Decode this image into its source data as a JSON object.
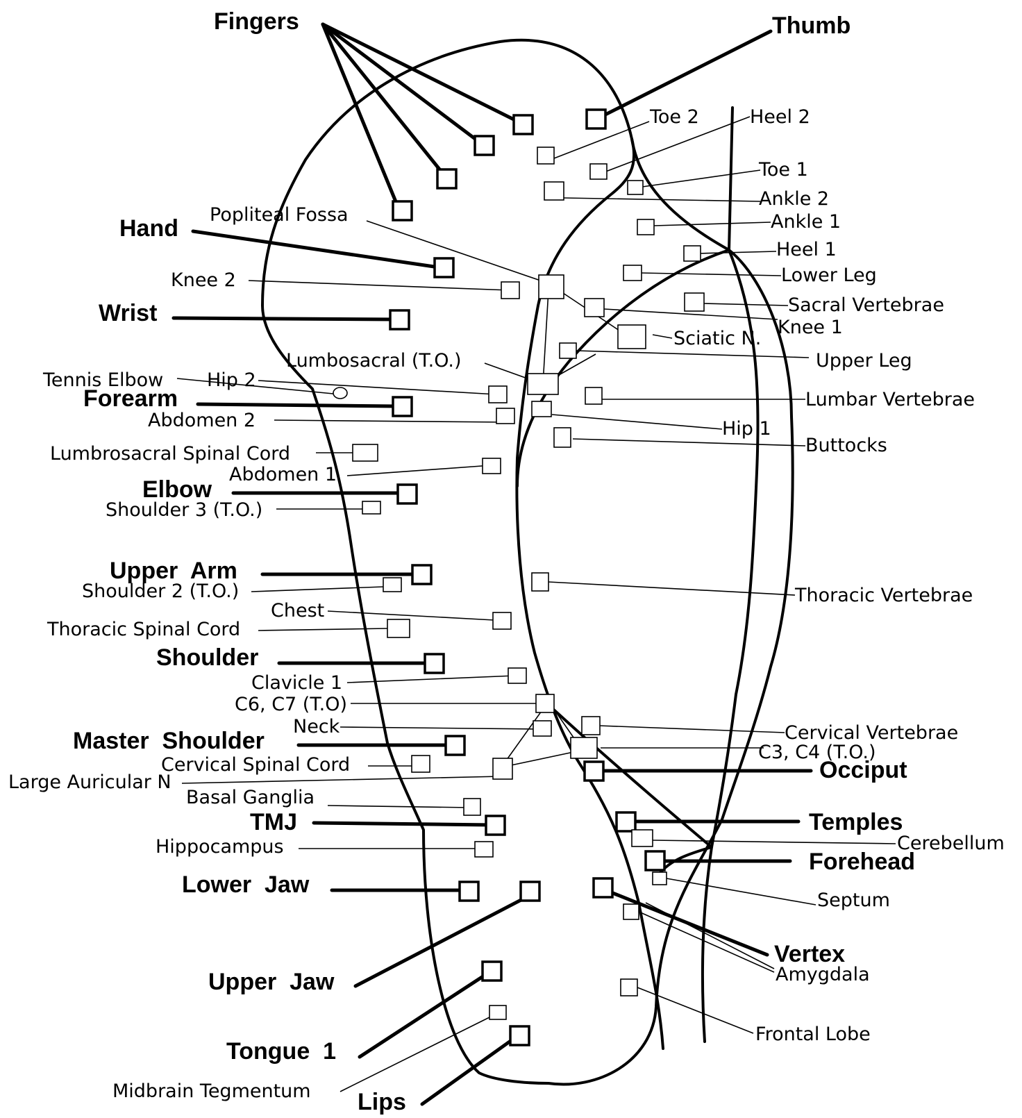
{
  "labels": {
    "fingers": "Fingers",
    "thumb": "Thumb",
    "toe2": "Toe 2",
    "heel2": "Heel 2",
    "toe1": "Toe 1",
    "ankle2": "Ankle 2",
    "ankle1": "Ankle 1",
    "heel1": "Heel 1",
    "lower_leg": "Lower Leg",
    "sacral_vertebrae": "Sacral Vertebrae",
    "knee1": "Knee 1",
    "sciatic_n": "Sciatic N.",
    "upper_leg": "Upper Leg",
    "lumbar_vertebrae": "Lumbar Vertebrae",
    "hip1": "Hip 1",
    "buttocks": "Buttocks",
    "thoracic_vertebrae": "Thoracic Vertebrae",
    "cervical_vertebrae": "Cervical Vertebrae",
    "c3c4": "C3, C4 (T.O.)",
    "occiput": "Occiput",
    "temples": "Temples",
    "cerebellum": "Cerebellum",
    "forehead": "Forehead",
    "septum": "Septum",
    "vertex": "Vertex",
    "amygdala": "Amygdala",
    "frontal_lobe": "Frontal Lobe",
    "hand": "Hand",
    "popliteal_fossa": "Popliteal Fossa",
    "knee2": "Knee 2",
    "wrist": "Wrist",
    "lumbosacral_to": "Lumbosacral (T.O.)",
    "tennis_elbow": "Tennis Elbow",
    "hip2": "Hip 2",
    "forearm": "Forearm",
    "abdomen2": "Abdomen 2",
    "lumbrosacral_spinal_cord": "Lumbrosacral Spinal Cord",
    "abdomen1": "Abdomen 1",
    "elbow": "Elbow",
    "shoulder3": "Shoulder 3 (T.O.)",
    "upper_arm": "Upper  Arm",
    "shoulder2": "Shoulder 2 (T.O.)",
    "chest": "Chest",
    "thoracic_spinal_cord": "Thoracic Spinal Cord",
    "shoulder": "Shoulder",
    "clavicle1": "Clavicle 1",
    "c6c7": "C6, C7 (T.O)",
    "neck": "Neck",
    "master_shoulder": "Master  Shoulder",
    "cervical_spinal_cord": "Cervical Spinal Cord",
    "large_auricular": "Large Auricular N",
    "basal_ganglia": "Basal Ganglia",
    "tmj": "TMJ",
    "hippocampus": "Hippocampus",
    "lower_jaw": "Lower  Jaw",
    "upper_jaw": "Upper  Jaw",
    "tongue1": "Tongue  1",
    "midbrain_tegmentum": "Midbrain Tegmentum",
    "lips": "Lips"
  }
}
